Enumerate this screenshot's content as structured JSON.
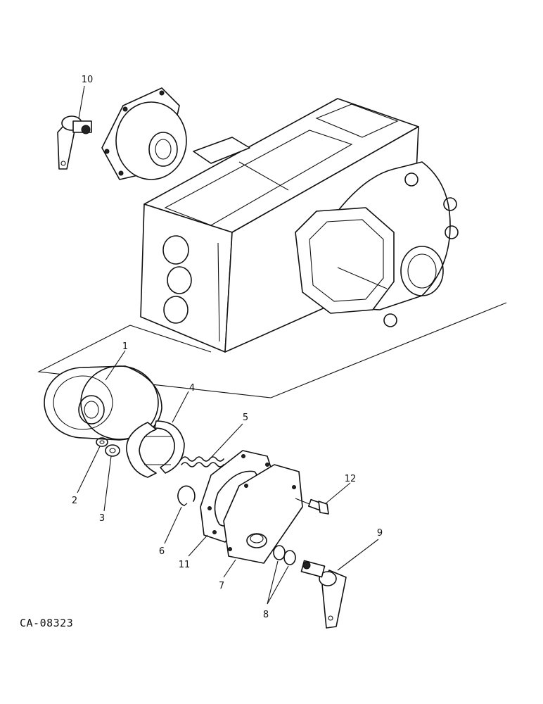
{
  "reference_code": "CA-08323",
  "callouts": {
    "c1": "1",
    "c2": "2",
    "c3": "3",
    "c4": "4",
    "c5": "5",
    "c6": "6",
    "c7": "7",
    "c8": "8",
    "c9": "9",
    "c10": "10",
    "c11": "11",
    "c12": "12"
  }
}
